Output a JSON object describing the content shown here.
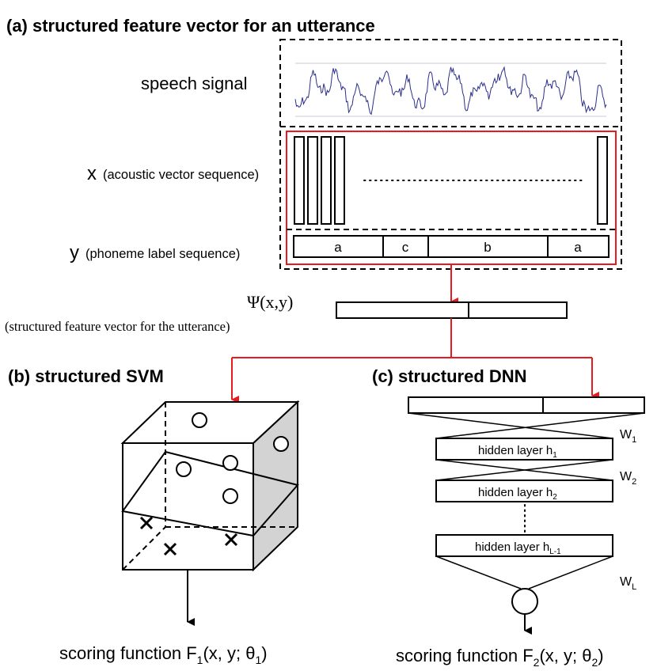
{
  "colors": {
    "accent_red": "#e8191f",
    "signal_blue": "#2b2f8a",
    "face_gray": "#d3d3d3",
    "ink": "#000000"
  },
  "panel_a": {
    "title": "(a) structured feature vector for an utterance",
    "speech_signal_label": "speech signal",
    "x_symbol": "x",
    "x_desc": "(acoustic vector sequence)",
    "y_symbol": "y",
    "y_desc": "(phoneme label sequence)",
    "labels": [
      "a",
      "c",
      "b",
      "a"
    ],
    "psi": "Ψ(x,y)",
    "psi_desc": "(structured feature vector for the utterance)"
  },
  "panel_b": {
    "title": "(b) structured SVM",
    "scoring_prefix": "scoring function F",
    "scoring_sub": "1",
    "scoring_args": "(x, y; θ",
    "scoring_theta_sub": "1",
    "scoring_close": ")",
    "markers": {
      "circles": 5,
      "crosses": 3
    }
  },
  "panel_c": {
    "title": "(c) structured DNN",
    "hidden1": "hidden layer h",
    "hidden1_sub": "1",
    "hidden2": "hidden layer h",
    "hidden2_sub": "2",
    "hiddenL": "hidden layer h",
    "hiddenL_sub": "L-1",
    "w1": "W",
    "w1_sub": "1",
    "w2": "W",
    "w2_sub": "2",
    "wL": "W",
    "wL_sub": "L",
    "scoring_prefix": "scoring function F",
    "scoring_sub": "2",
    "scoring_args": "(x, y; θ",
    "scoring_theta_sub": "2",
    "scoring_close": ")"
  }
}
